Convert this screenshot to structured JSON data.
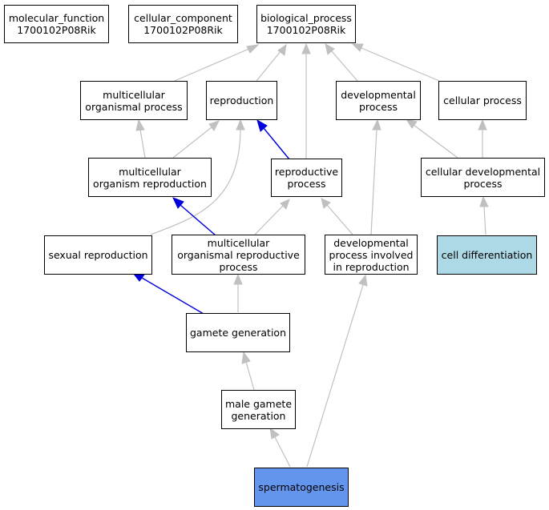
{
  "colors": {
    "highlight_light": "#add8e6",
    "highlight_strong": "#6495ed",
    "edge_default": "#c0c0c0",
    "edge_highlight": "#0000dd"
  },
  "nodes": {
    "molecular_function": "molecular_function\n1700102P08Rik",
    "cellular_component": "cellular_component\n1700102P08Rik",
    "biological_process": "biological_process\n1700102P08Rik",
    "multicellular_organismal_process": "multicellular\norganismal process",
    "reproduction": "reproduction",
    "developmental_process": "developmental\nprocess",
    "cellular_process": "cellular process",
    "multicellular_organism_reproduction": "multicellular\norganism reproduction",
    "reproductive_process": "reproductive\nprocess",
    "cellular_developmental_process": "cellular developmental\nprocess",
    "sexual_reproduction": "sexual reproduction",
    "multicellular_organismal_reproductive_process": "multicellular\norganismal reproductive\nprocess",
    "developmental_process_involved_in_reproduction": "developmental\nprocess involved\nin reproduction",
    "cell_differentiation": "cell differentiation",
    "gamete_generation": "gamete generation",
    "male_gamete_generation": "male gamete\ngeneration",
    "spermatogenesis": "spermatogenesis"
  }
}
